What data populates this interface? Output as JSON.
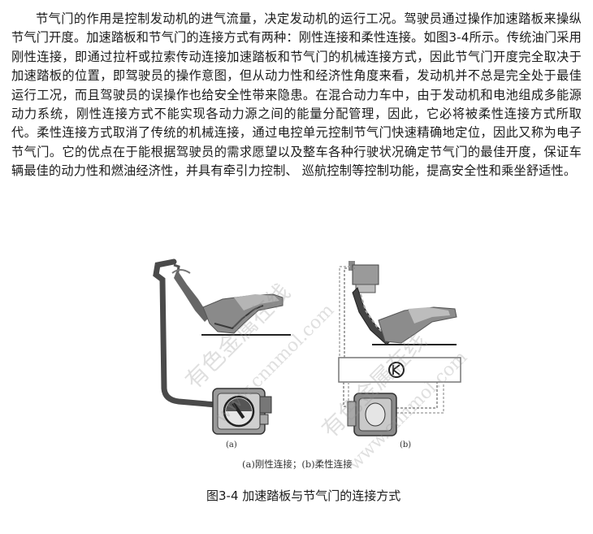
{
  "body_text": "节气门的作用是控制发动机的进气流量，决定发动机的运行工况。驾驶员通过操作加速踏板来操纵节气门开度。加速踏板和节气门的连接方式有两种：刚性连接和柔性连接。如图3-4所示。传统油门采用刚性连接，即通过拉杆或拉索传动连接加速踏板和节气门的机械连接方式，因此节气门开度完全取决于加速踏板的位置，即驾驶员的操作意图，但从动力性和经济性角度来看，发动机并不总是完全处于最佳运行工况，而且驾驶员的误操作也给安全性带来隐患。在混合动力车中，由于发动机和电池组成多能源动力系统，刚性连接方式不能实现各动力源之间的能量分配管理，因此，它必将被柔性连接方式所取代。柔性连接方式取消了传统的机械连接，通过电控单元控制节气门快速精确地定位，因此又称为电子节气门。它的优点在于能根据驾驶员的需求愿望以及整车各种行驶状况确定节气门的最佳开度，保证车辆最佳的动力性和燃油经济性，并具有牵引力控制、 巡航控制等控制功能，提高安全性和乘坐舒适性。",
  "figure": {
    "label_a": "(a)",
    "label_b": "(b)",
    "subcaption": "(a)刚性连接；(b)柔性连接",
    "caption": "图3-4 加速踏板与节气门的连接方式",
    "watermark_cn": "有色金属在线",
    "watermark_url": "www.cnnmol.com"
  }
}
